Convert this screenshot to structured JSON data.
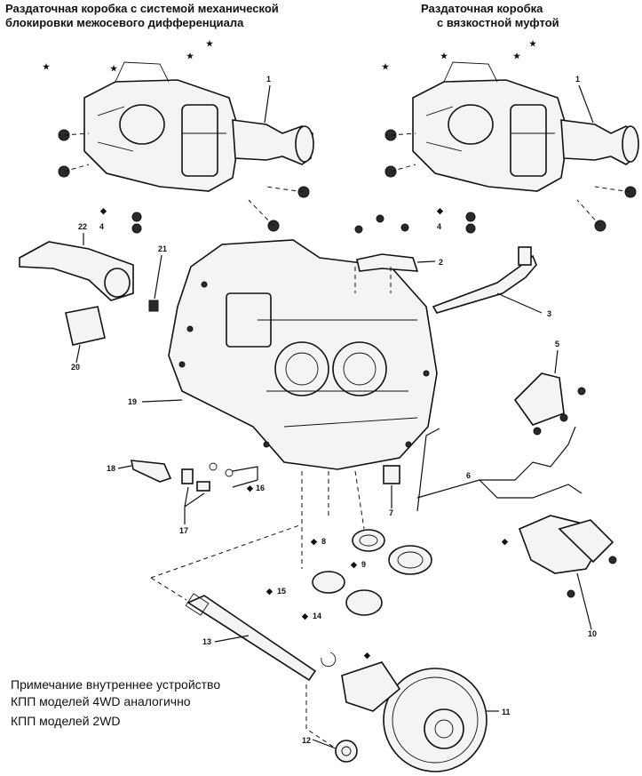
{
  "headers": {
    "left_line1": "Раздаточная коробка с системой механической",
    "left_line2": "блокировки межосевого дифференциала",
    "right_line1": "Раздаточная коробка",
    "right_line2": "с вязкостной муфтой"
  },
  "note": {
    "line1": "Примечание  внутреннее устройство",
    "line2": "КПП моделей 4WD аналогично",
    "line3": "КПП моделей 2WD"
  },
  "callouts": {
    "left_tc_1": "1",
    "left_tc_4": "4",
    "right_tc_1": "1",
    "right_tc_4": "4",
    "c2": "2",
    "c3": "3",
    "c5": "5",
    "c6": "6",
    "c7": "7",
    "c8": "8",
    "c9": "9",
    "c10": "10",
    "c11": "11",
    "c12": "12",
    "c13": "13",
    "c14": "14",
    "c15": "15",
    "c16": "16",
    "c17": "17",
    "c18": "18",
    "c19": "19",
    "c20": "20",
    "c21": "21",
    "c22": "22"
  },
  "symbols": {
    "star": "★",
    "diamond": "◆"
  }
}
